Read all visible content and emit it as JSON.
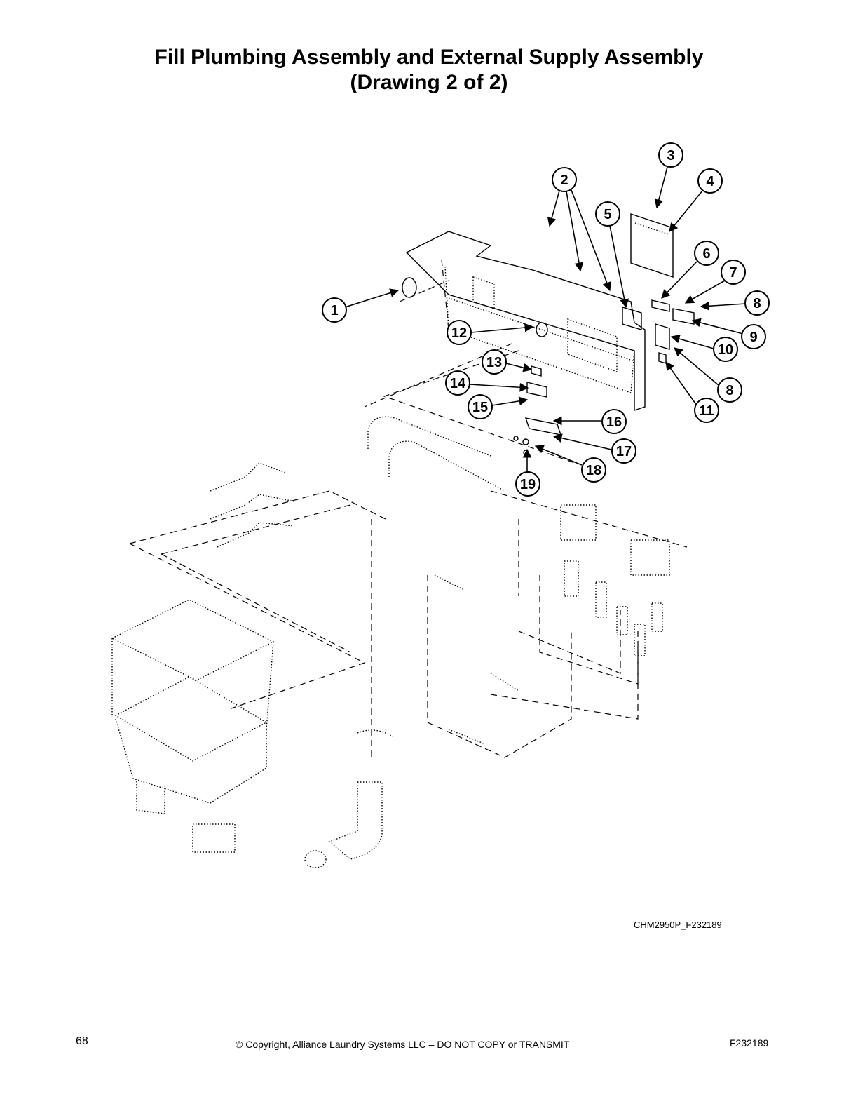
{
  "header": {
    "title_line1": "Fill Plumbing Assembly and External Supply Assembly",
    "title_line2": "(Drawing 2 of 2)"
  },
  "drawing": {
    "code": "CHM2950P_F232189",
    "callouts": [
      "1",
      "2",
      "3",
      "4",
      "5",
      "6",
      "7",
      "8",
      "9",
      "10",
      "8",
      "11",
      "12",
      "13",
      "14",
      "15",
      "16",
      "17",
      "18",
      "19"
    ]
  },
  "footer": {
    "page_number": "68",
    "copyright": "© Copyright, Alliance Laundry Systems LLC – DO NOT COPY or TRANSMIT",
    "doc_id": "F232189"
  }
}
